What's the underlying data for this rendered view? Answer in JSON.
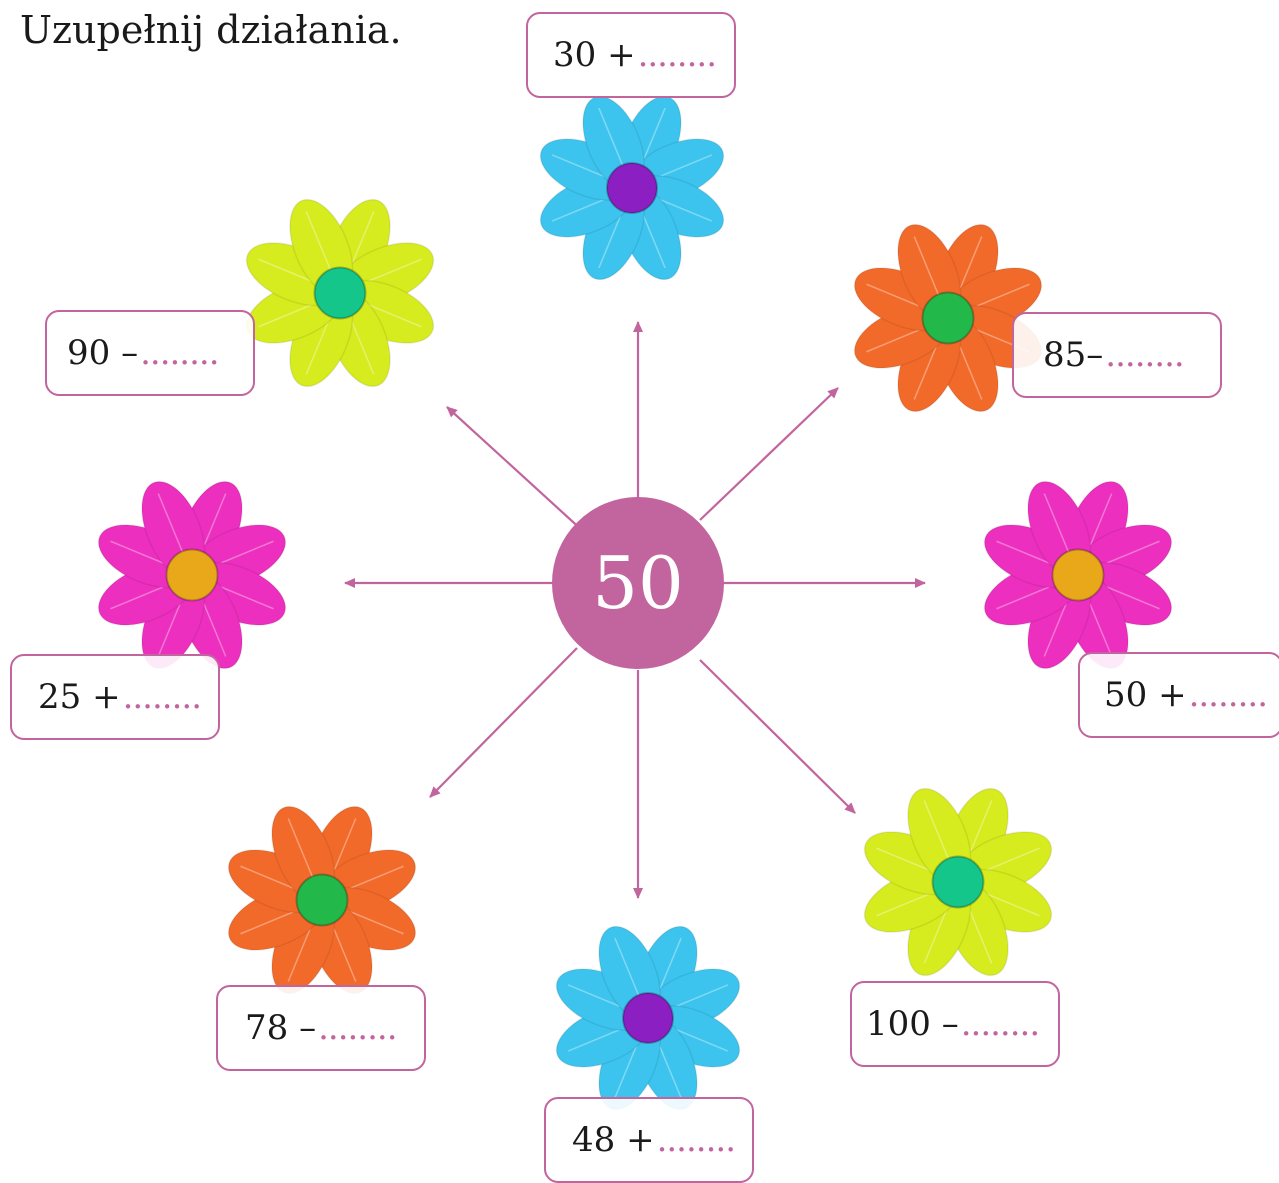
{
  "instruction": "Uzupełnij działania.",
  "center_number": "50",
  "colors": {
    "accent": "#c2649e",
    "blue_petal": "#3cc4ee",
    "blue_center": "#8b1fc2",
    "pink_petal": "#ec2fbf",
    "pink_center": "#e8a81a",
    "orange_petal": "#f26a2a",
    "orange_center": "#22b84a",
    "yellow_petal": "#d6ec1e",
    "yellow_center": "#14c68a"
  },
  "exercises": [
    {
      "id": "top",
      "text": "30 +",
      "blank": "........",
      "flower": "blue"
    },
    {
      "id": "top-right",
      "text": "85–",
      "blank": "........",
      "flower": "orange"
    },
    {
      "id": "right",
      "text": "50 +",
      "blank": "........",
      "flower": "pink"
    },
    {
      "id": "bottom-right",
      "text": "100 –",
      "blank": "........",
      "flower": "yellow"
    },
    {
      "id": "bottom",
      "text": "48 +",
      "blank": "........",
      "flower": "blue"
    },
    {
      "id": "bottom-left",
      "text": "78 –",
      "blank": "........",
      "flower": "orange"
    },
    {
      "id": "left",
      "text": "25 +",
      "blank": "........",
      "flower": "pink"
    },
    {
      "id": "top-left",
      "text": "90 –",
      "blank": "........",
      "flower": "yellow"
    }
  ]
}
